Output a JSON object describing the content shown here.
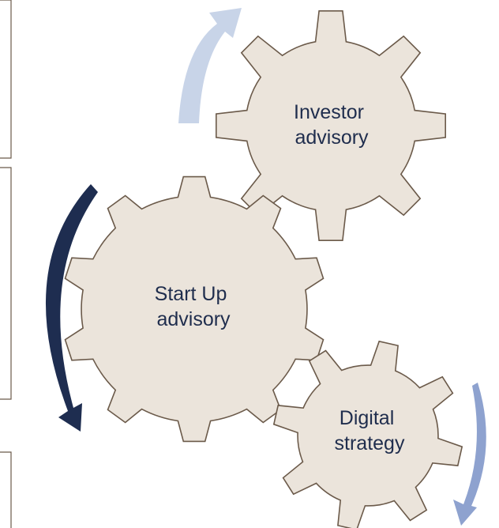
{
  "gears": [
    {
      "id": "investor",
      "lines": [
        "Investor",
        "advisory"
      ]
    },
    {
      "id": "startup",
      "lines": [
        "Start Up",
        "advisory"
      ]
    },
    {
      "id": "digital",
      "lines": [
        "Digital",
        "strategy"
      ]
    }
  ],
  "colors": {
    "gear_fill": "#ebe4db",
    "gear_stroke": "#6b5a4a",
    "text": "#1f2d4d",
    "arrow_light": "#c8d4e8",
    "arrow_dark": "#1e2d50",
    "arrow_mid": "#8ea2cf",
    "panel_stroke": "#6b5a4a"
  }
}
